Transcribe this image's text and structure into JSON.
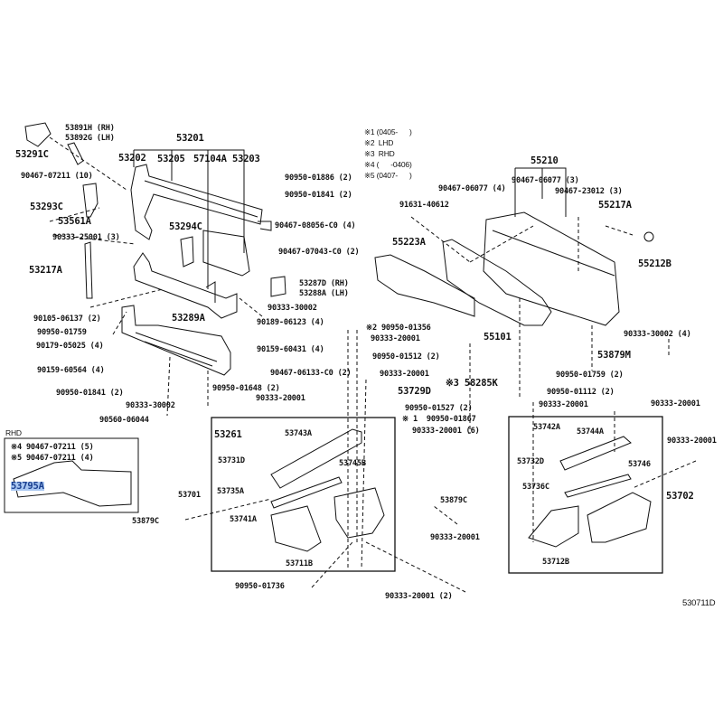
{
  "notes": [
    "※1 (0405-      )",
    "※2  LHD",
    "※3  RHD",
    "※4 (      -0406)",
    "※5 (0407-      )"
  ],
  "rhd_box_title": "RHD",
  "diagram_code": "530711D",
  "highlight_color": "#a9c7f2",
  "labels": {
    "p53891H": "53891H (RH)",
    "p53892G": "53892G (LH)",
    "p53291C": "53291C",
    "p53201": "53201",
    "p53202": "53202",
    "p53205": "53205",
    "p57104A": "57104A",
    "p53203": "53203",
    "b9046707211_10": "90467-07211 (10)",
    "b9095001886": "90950-01886 (2)",
    "b9095001841a": "90950-01841 (2)",
    "p53293C": "53293C",
    "p53561A": "53561A",
    "b9046708056": "90467-08056-C0 (4)",
    "b9163140612": "91631-40612",
    "b9046706077_4": "90467-06077 (4)",
    "b9046706077_3": "90467-06077 (3)",
    "b9046723012": "90467-23012 (3)",
    "p55210": "55210",
    "p55217A": "55217A",
    "p55212B": "55212B",
    "p55223A": "55223A",
    "p53294C": "53294C",
    "b9033325001": "90333-25001 (3)",
    "b9046707043": "90467-07043-C0 (2)",
    "p53217A": "53217A",
    "p53287D": "53287D (RH)",
    "p53288A": "53288A (LH)",
    "b9033330002a": "90333-30002",
    "b9010506137": "90105-06137 (2)",
    "p53289A": "53289A",
    "b9018906123": "90189-06123 (4)",
    "b9095001759a": "90950-01759",
    "b9017905025": "90179-05025 (4)",
    "b9015960431": "90159-60431 (4)",
    "b9015960564": "90159-60564 (4)",
    "b9046706133": "90467-06133-C0 (2)",
    "b9095001841b": "90950-01841 (2)",
    "b9095001648": "90950-01648 (2)",
    "b9033330002b": "90333-30002",
    "b9033320001a": "90333-20001",
    "b9056006044": "90560-06044",
    "p55101": "55101",
    "b9095001356": "※2 90950-01356",
    "b9033320001b": "90333-20001",
    "b9095001512": "90950-01512 (2)",
    "b9033320001c": "90333-20001",
    "p53729D": "53729D",
    "b9095001527": "90950-01527 (2)",
    "p58285K": "※3 58285K",
    "b9033330002_4": "90333-30002 (4)",
    "p53879M": "53879M",
    "b9095001759b": "90950-01759 (2)",
    "b9095001112": "90950-01112 (2)",
    "b9033320001d": "90333-20001",
    "b9033320001e": "90333-20001",
    "b9095001867": "※ 1  90950-01867",
    "b9033320001_6": "90333-20001 (6)",
    "b9033320001f": "90333-20001",
    "p53742A": "53742A",
    "p53744A": "53744A",
    "p53732D": "53732D",
    "p53746": "53746",
    "p53736C": "53736C",
    "p53702": "53702",
    "p53712B": "53712B",
    "b9046707211_5": "※4 90467-07211 (5)",
    "b9046707211_4": "※5 90467-07211 (4)",
    "p53795A": "53795A",
    "p53261": "53261",
    "p53743A": "53743A",
    "p53731D": "53731D",
    "p53745B": "53745B",
    "p53735A": "53735A",
    "p53701": "53701",
    "p53741A": "53741A",
    "p53711B": "53711B",
    "p53879C_a": "53879C",
    "p53879C_b": "53879C",
    "b9033320001g": "90333-20001",
    "b9095001736": "90950-01736",
    "b9033320001_2": "90333-20001 (2)"
  }
}
